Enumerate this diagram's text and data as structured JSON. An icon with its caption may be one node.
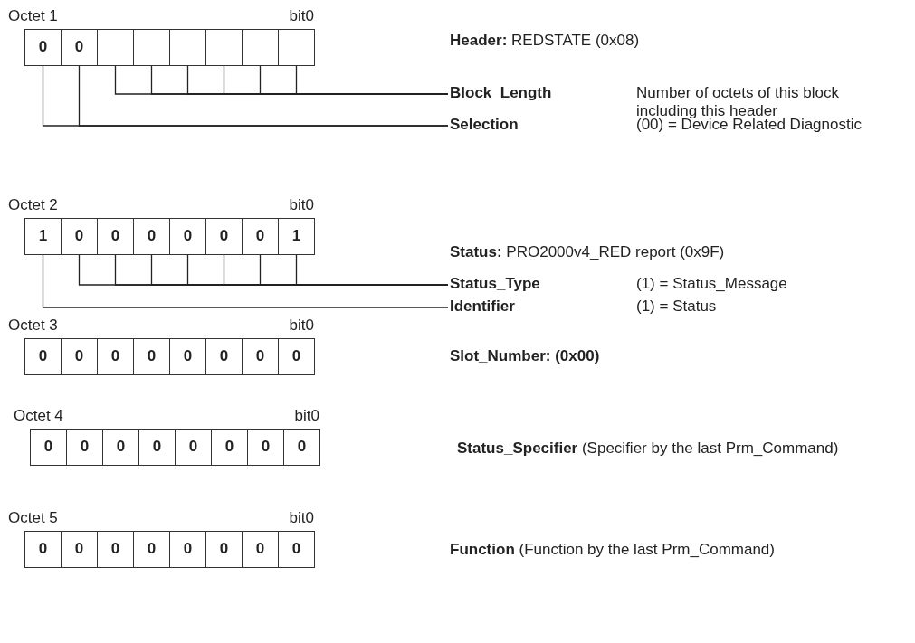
{
  "diagram": {
    "nodes": [
      {
        "text": [
          "Octet 1",
          "bit0"
        ]
      },
      {
        "text": [
          "0"
        ],
        "in": 0
      },
      {
        "text": [
          "0"
        ],
        "in": 0
      },
      {
        "text": [],
        "shape": "box",
        "in": 0
      },
      {
        "text": [],
        "shape": "box",
        "in": 0
      },
      {
        "text": [],
        "shape": "box",
        "in": 0
      },
      {
        "text": [],
        "shape": "box",
        "in": 0
      },
      {
        "text": [],
        "shape": "box",
        "in": 0
      },
      {
        "text": [],
        "shape": "box",
        "in": 0
      },
      {
        "text": [
          "Block_Length"
        ]
      },
      {
        "text": [
          "Selection"
        ]
      },
      {
        "text": [
          "Octet 2",
          "bit0"
        ]
      },
      {
        "text": [
          "1"
        ],
        "in": 11
      },
      {
        "text": [
          "0"
        ],
        "in": 11
      },
      {
        "text": [
          "0"
        ],
        "in": 11
      },
      {
        "text": [
          "0"
        ],
        "in": 11
      },
      {
        "text": [
          "0"
        ],
        "in": 11
      },
      {
        "text": [
          "0"
        ],
        "in": 11
      },
      {
        "text": [
          "0"
        ],
        "in": 11
      },
      {
        "text": [
          "1"
        ],
        "in": 11
      },
      {
        "text": [
          "Status_Type"
        ]
      },
      {
        "text": [
          "Identifier"
        ]
      },
      {
        "text": [
          "Octet 3",
          "bit0"
        ]
      },
      {
        "text": [
          "0"
        ],
        "in": 22
      },
      {
        "text": [
          "0"
        ],
        "in": 22
      },
      {
        "text": [
          "0"
        ],
        "in": 22
      },
      {
        "text": [
          "0"
        ],
        "in": 22
      },
      {
        "text": [
          "0"
        ],
        "in": 22
      },
      {
        "text": [
          "0"
        ],
        "in": 22
      },
      {
        "text": [
          "0"
        ],
        "in": 22
      },
      {
        "text": [
          "0"
        ],
        "in": 22
      },
      {
        "text": [
          "Octet 4",
          "bit0"
        ]
      },
      {
        "text": [
          "0"
        ],
        "in": 31
      },
      {
        "text": [
          "0"
        ],
        "in": 31
      },
      {
        "text": [
          "0"
        ],
        "in": 31
      },
      {
        "text": [
          "0"
        ],
        "in": 31
      },
      {
        "text": [
          "0"
        ],
        "in": 31
      },
      {
        "text": [
          "0"
        ],
        "in": 31
      },
      {
        "text": [
          "0"
        ],
        "in": 31
      },
      {
        "text": [
          "0"
        ],
        "in": 31
      },
      {
        "text": [
          "Octet 5",
          "bit0"
        ]
      },
      {
        "text": [
          "0"
        ],
        "in": 40
      },
      {
        "text": [
          "0"
        ],
        "in": 40
      },
      {
        "text": [
          "0"
        ],
        "in": 40
      },
      {
        "text": [
          "0"
        ],
        "in": 40
      },
      {
        "text": [
          "0"
        ],
        "in": 40
      },
      {
        "text": [
          "0"
        ],
        "in": 40
      },
      {
        "text": [
          "0"
        ],
        "in": 40
      },
      {
        "text": [
          "0"
        ],
        "in": 40
      }
    ],
    "edges": [
      {
        "from": 9,
        "to": 3,
        "arrow": "none"
      },
      {
        "from": 9,
        "to": 4,
        "arrow": "none"
      },
      {
        "from": 9,
        "to": 5,
        "arrow": "none"
      },
      {
        "from": 9,
        "to": 6,
        "arrow": "none"
      },
      {
        "from": 9,
        "to": 7,
        "arrow": "none"
      },
      {
        "from": 9,
        "to": 8,
        "arrow": "none"
      },
      {
        "from": 10,
        "to": 1,
        "arrow": "none"
      },
      {
        "from": 10,
        "to": 2,
        "arrow": "none"
      },
      {
        "from": 20,
        "to": 13,
        "arrow": "none"
      },
      {
        "from": 20,
        "to": 14,
        "arrow": "none"
      },
      {
        "from": 20,
        "to": 15,
        "arrow": "none"
      },
      {
        "from": 20,
        "to": 16,
        "arrow": "none"
      },
      {
        "from": 20,
        "to": 17,
        "arrow": "none"
      },
      {
        "from": 20,
        "to": 18,
        "arrow": "none"
      },
      {
        "from": 20,
        "to": 19,
        "arrow": "none"
      },
      {
        "from": 21,
        "to": 12,
        "arrow": "none"
      }
    ],
    "labels": [
      "**Header:** REDSTATE (0x08)",
      "Number of octets of this block including this header",
      "(00) = Device Related Diagnostic",
      "**Status:** PRO2000v4_RED report (0x9F)",
      "(1) = Status_Message",
      "(1) = Status",
      "Slot_Number: (0x00)",
      "**Status_Specifier** (Specifier by the last Prm_Command)",
      "**Function** (Function by the last Prm_Command)"
    ]
  }
}
